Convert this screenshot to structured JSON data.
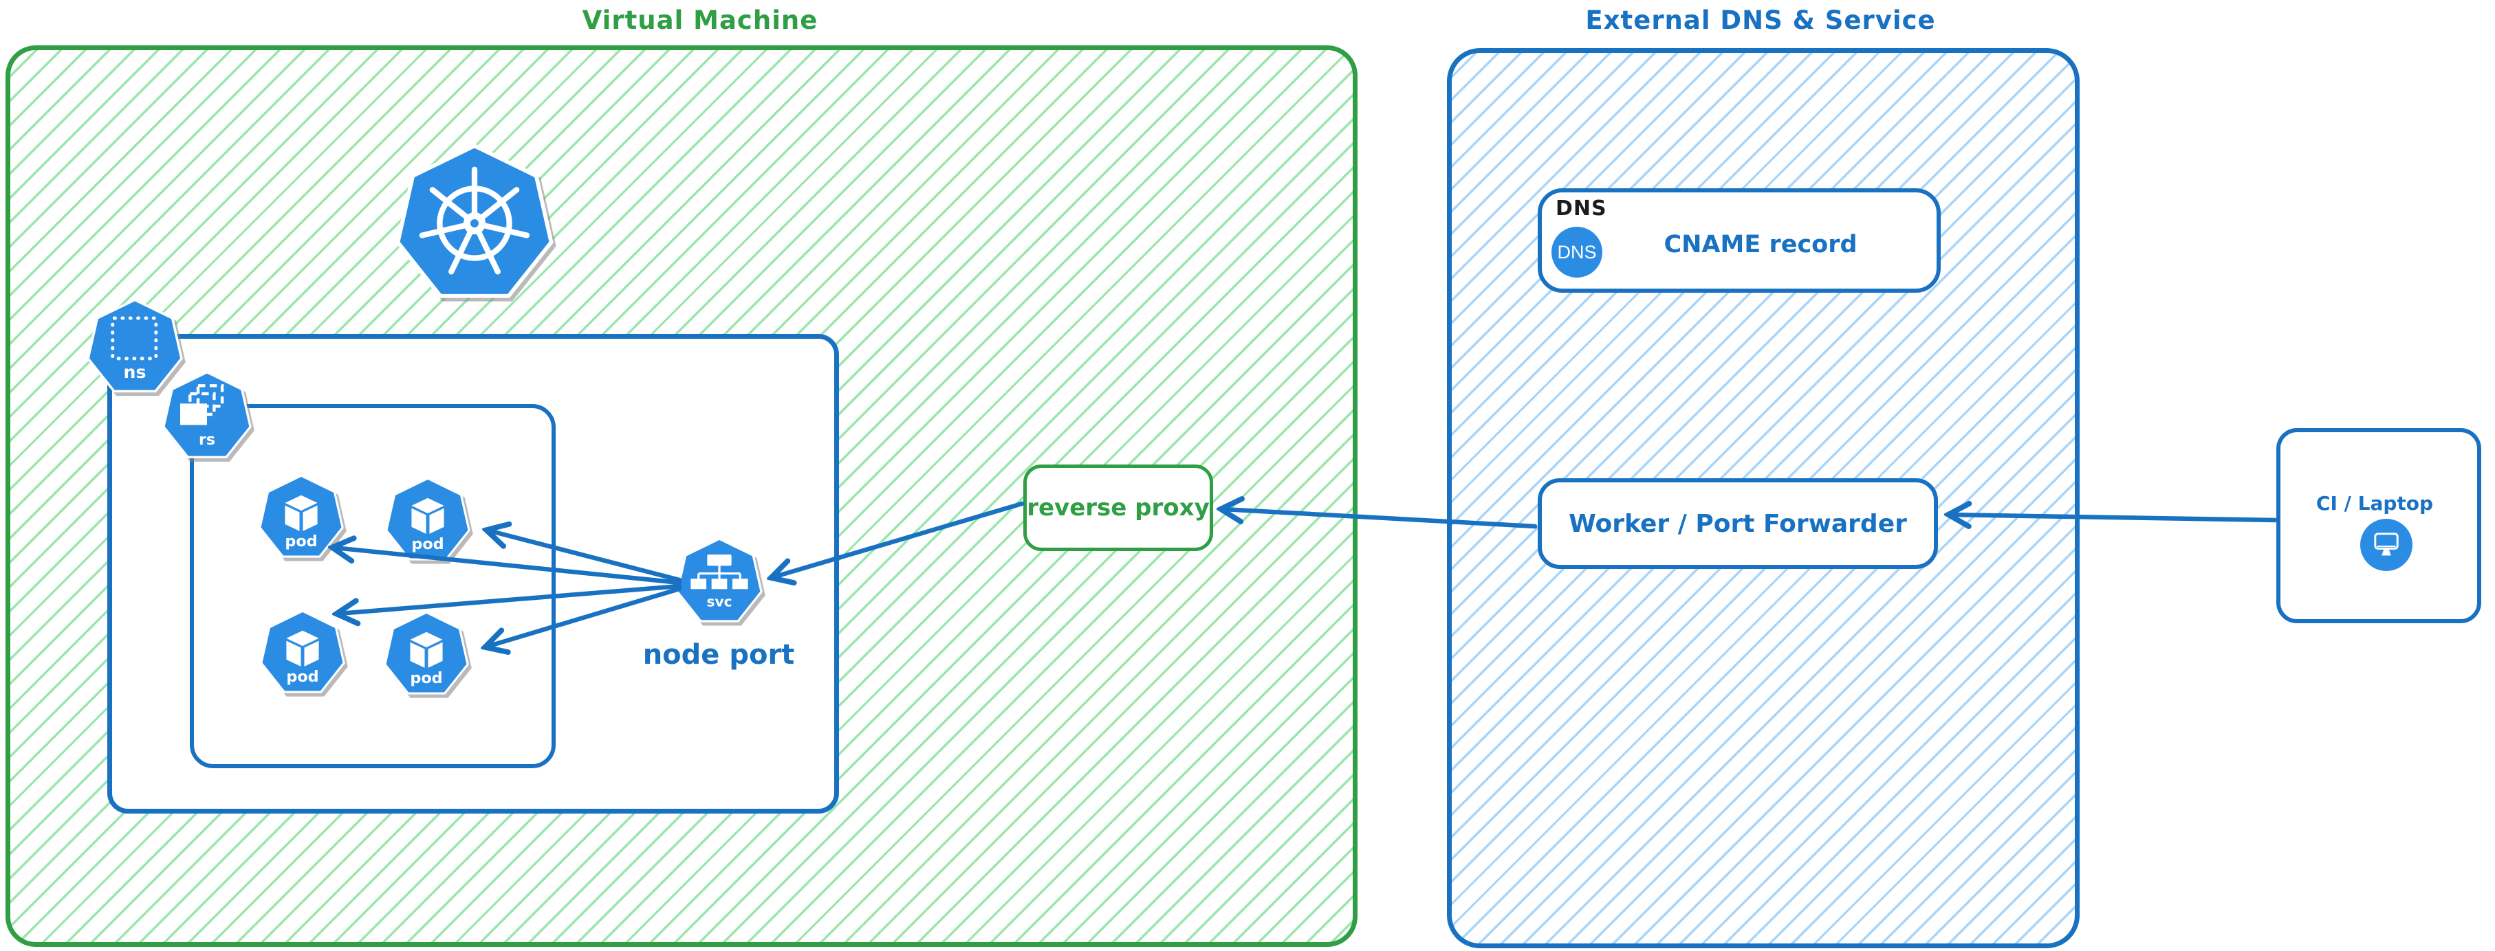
{
  "vm_region": {
    "title": "Virtual Machine",
    "kubernetes_logo_icon": "kubernetes-wheel-heptagon",
    "namespace_icon_label": "ns",
    "replicaset_icon_label": "rs",
    "pods": [
      {
        "label": "pod"
      },
      {
        "label": "pod"
      },
      {
        "label": "pod"
      },
      {
        "label": "pod"
      }
    ],
    "service_icon_label": "svc",
    "service_caption": "node port",
    "reverse_proxy_label": "reverse proxy"
  },
  "external_region": {
    "title": "External DNS & Service",
    "dns_group_label": "DNS",
    "dns_badge_text": "DNS",
    "cname_label": "CNAME record",
    "worker_label": "Worker / Port Forwarder"
  },
  "client_region": {
    "label": "CI / Laptop",
    "icon": "desktop-monitor"
  },
  "icons": {
    "kubernetes_logo": "kubernetes-wheel",
    "namespace": "dotted-square-heptagon",
    "replicaset": "stacked-rects-heptagon",
    "pod": "cube-heptagon",
    "service": "tree-heptagon",
    "dns_badge": "dns-circle",
    "client": "desktop-monitor"
  },
  "colors": {
    "green_stroke": "#2f9e44",
    "green_hatch": "#79de92",
    "blue_stroke": "#1971c2",
    "blue_hatch": "#92cbf8",
    "icon_fill": "#2b8ce4",
    "dns_label_black": "#1b1b1b",
    "background": "#ffffff"
  }
}
